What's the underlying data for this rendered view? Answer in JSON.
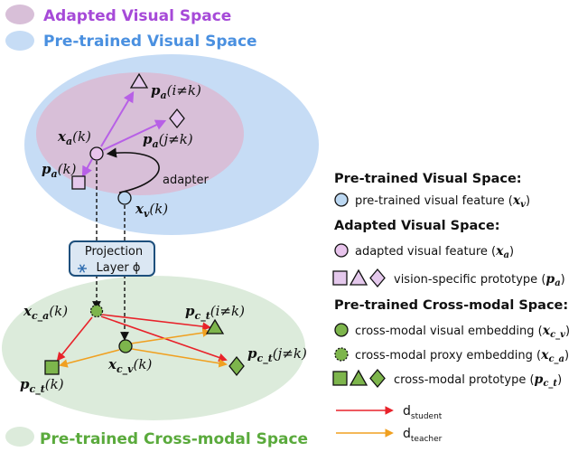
{
  "titles": {
    "adapted": "Adapted Visual Space",
    "pretrained": "Pre-trained Visual Space",
    "crossmodal": "Pre-trained Cross-modal Space"
  },
  "diagram": {
    "xa_base": "x",
    "xa_sub": "a",
    "xa_arg": "(k)",
    "xv_base": "x",
    "xv_sub": "v",
    "xv_arg": "(k)",
    "pa_base": "p",
    "pa_sub": "a",
    "pa_k_arg": "(k)",
    "pa_i_arg": "(i≠k)",
    "pa_j_arg": "(j≠k)",
    "adapter": "adapter",
    "proj_line1": "Projection",
    "proj_line2": "Layer ϕ",
    "xca_base": "x",
    "xca_sub": "c_a",
    "xca_arg": "(k)",
    "xcv_base": "x",
    "xcv_sub": "c_v",
    "xcv_arg": "(k)",
    "pct_base": "p",
    "pct_sub": "c_t",
    "pct_i_arg": "(i≠k)",
    "pct_j_arg": "(j≠k)",
    "pct_k_arg": "(k)"
  },
  "legend": {
    "h1": "Pre-trained Visual Space:",
    "l_xv_text": "pre-trained visual feature (",
    "l_xv_sub": "v",
    "h2": "Adapted Visual Space:",
    "l_xa_text": "adapted visual feature (",
    "l_xa_sub": "a",
    "l_pa_text": "vision-specific prototype (",
    "l_pa_sub": "a",
    "h3": "Pre-trained Cross-modal Space:",
    "l_xcv_text": "cross-modal  visual embedding (",
    "l_xcv_sub": "c_v",
    "l_xca_text": "cross-modal proxy embedding (",
    "l_xca_sub": "c_a",
    "l_pct_text": "cross-modal prototype (",
    "l_pct_sub": "c_t",
    "x_sym": "x",
    "p_sym": "p",
    "close": ")",
    "d_student_base": "d",
    "d_student_sub": "student",
    "d_teacher_base": "d",
    "d_teacher_sub": "teacher"
  },
  "colors": {
    "adapted_fill": "#d8bfd8",
    "pretrained_fill": "#c6dcf5",
    "crossmodal_fill": "#dcebdb",
    "adapted_title": "#a64ad8",
    "pretrained_title": "#4a90e0",
    "crossmodal_title": "#5aaa3c",
    "adapted_point": "#e8c4ec",
    "pretrained_point": "#bcd8f2",
    "purple_arrow": "#b760e6",
    "proto_adapted": "#e4c8ec",
    "proto_cross": "#7db54c",
    "student": "#e8222a",
    "teacher": "#f0a020",
    "proj_box": "#dbe7f3",
    "proj_border": "#1d4f7c"
  }
}
